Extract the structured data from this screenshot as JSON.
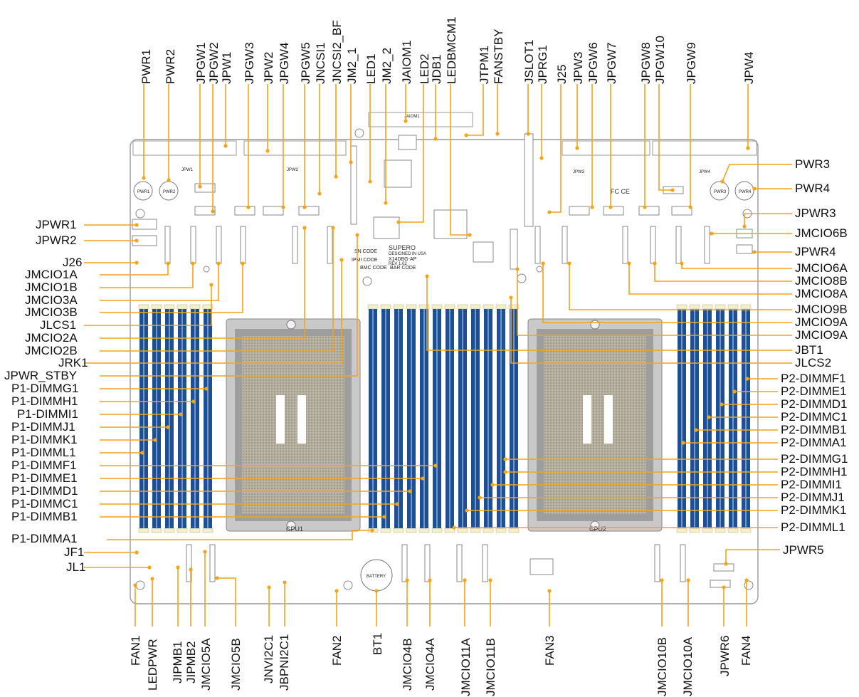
{
  "top_labels": [
    "PWR1",
    "PWR2",
    "JPGW1",
    "JPGW2",
    "JPW1",
    "JPGW3",
    "JPW2",
    "JPGW4",
    "JPGW5",
    "JNCSI1",
    "JNCSI2_BF",
    "JM2_1",
    "LED1",
    "JM2_2",
    "JAIOM1",
    "LED2",
    "JDB1",
    "LEDBMCM1",
    "JTPM1",
    "FANSTBY",
    "JSLOT1",
    "JPRG1",
    "J25",
    "JPW3",
    "JPGW6",
    "JPGW7",
    "JPGW8",
    "JPGW10",
    "JPGW9",
    "JPW4"
  ],
  "left_labels": [
    "JPWR1",
    "JPWR2",
    "J26",
    "JMCIO1A",
    "JMCIO1B",
    "JMCIO3A",
    "JMCIO3B",
    "JLCS1",
    "JMCIO2A",
    "JMCIO2B",
    "JRK1",
    "JPWR_STBY",
    "P1-DIMMG1",
    "P1-DIMMH1",
    "P1-DIMMI1",
    "P1-DIMMJ1",
    "P1-DIMMK1",
    "P1-DIMML1",
    "P1-DIMMF1",
    "P1-DIMME1",
    "P1-DIMMD1",
    "P1-DIMMC1",
    "P1-DIMMB1",
    "P1-DIMMA1",
    "JF1",
    "JL1"
  ],
  "right_labels": [
    "PWR3",
    "PWR4",
    "JPWR3",
    "JMCIO6B",
    "JPWR4",
    "JMCIO6A",
    "JMCIO8B",
    "JMCIO8A",
    "JMCIO9B",
    "JMCIO9A",
    "JMCIO9A",
    "JBT1",
    "JLCS2",
    "P2-DIMMF1",
    "P2-DIMME1",
    "P2-DIMMD1",
    "P2-DIMMC1",
    "P2-DIMMB1",
    "P2-DIMMA1",
    "P2-DIMMG1",
    "P2-DIMMH1",
    "P2-DIMMI1",
    "P2-DIMMJ1",
    "P2-DIMMK1",
    "P2-DIMML1",
    "JPWR5"
  ],
  "bottom_labels": [
    "FAN1",
    "LEDPWR",
    "JIPMB1",
    "JIPMB2",
    "JMCIO5A",
    "JMCIO5B",
    "JNVI2C1",
    "JBPNI2C1",
    "FAN2",
    "BT1",
    "JMCIO4B",
    "JMCIO4A",
    "JMCIO11A",
    "JMCIO11B",
    "FAN3",
    "JMCIO10B",
    "JMCIO10A",
    "JPWR6",
    "FAN4"
  ],
  "board_text": {
    "model": "X14DBG-AP",
    "brand": "SUPERO",
    "designed": "DESIGNED IN USA",
    "rev": "REV 1.02",
    "san_code": "SN CODE",
    "bmc_code": "BMC CODE",
    "bar_code": "BAR CODE",
    "ipmi_code": "IPMI CODE",
    "cpu1": "CPU1",
    "cpu2": "CPU2",
    "battery": "BATTERY",
    "fcc": "FC CE"
  },
  "colors": {
    "board_outline": "#999999",
    "dimm_blue": "#1d4f91",
    "dimm_light": "#6f99cc",
    "leader": "#f4a418",
    "socket_fill": "#a8a8a8",
    "socket_dark": "#6e6e6e"
  }
}
